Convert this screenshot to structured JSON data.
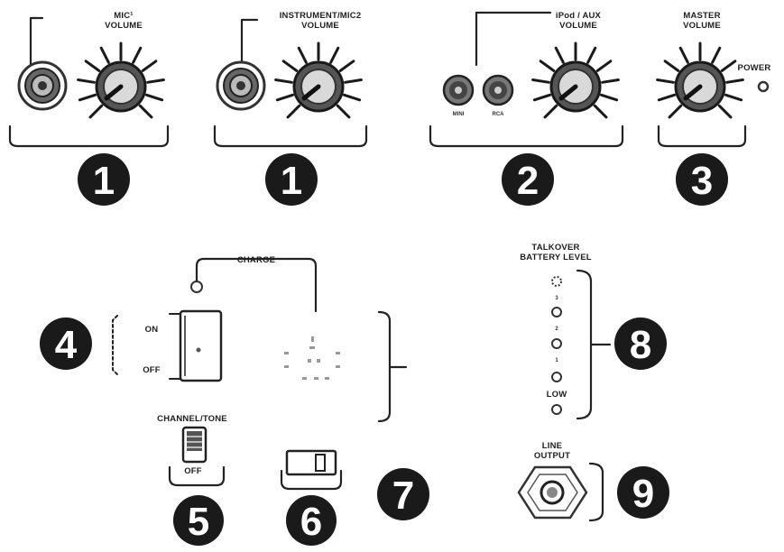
{
  "knobs": {
    "mic_volume": "MIC¹ VOLUME",
    "instrument_mic2_volume": "INSTRUMENT/MIC2 VOLUME",
    "ipod_aux_volume": "iPod / AUX VOLUME",
    "master_volume": "MASTER VOLUME"
  },
  "aux_jacks": {
    "left": "MINI",
    "right": "RCA"
  },
  "power_label": "POWER",
  "charge_label": "CHARGE",
  "switch4": {
    "on": "ON",
    "off": "OFF"
  },
  "switch5": {
    "top": "CHANNEL/TONE",
    "bottom": "OFF"
  },
  "battery": {
    "title_line1": "TALKOVER",
    "title_line2": "BATTERY LEVEL",
    "marks": [
      "3",
      "2",
      "1",
      "LOW"
    ]
  },
  "line_out": {
    "line1": "LINE",
    "line2": "OUTPUT"
  },
  "callouts": [
    "1",
    "1",
    "2",
    "3",
    "4",
    "5",
    "6",
    "7",
    "8",
    "9"
  ]
}
